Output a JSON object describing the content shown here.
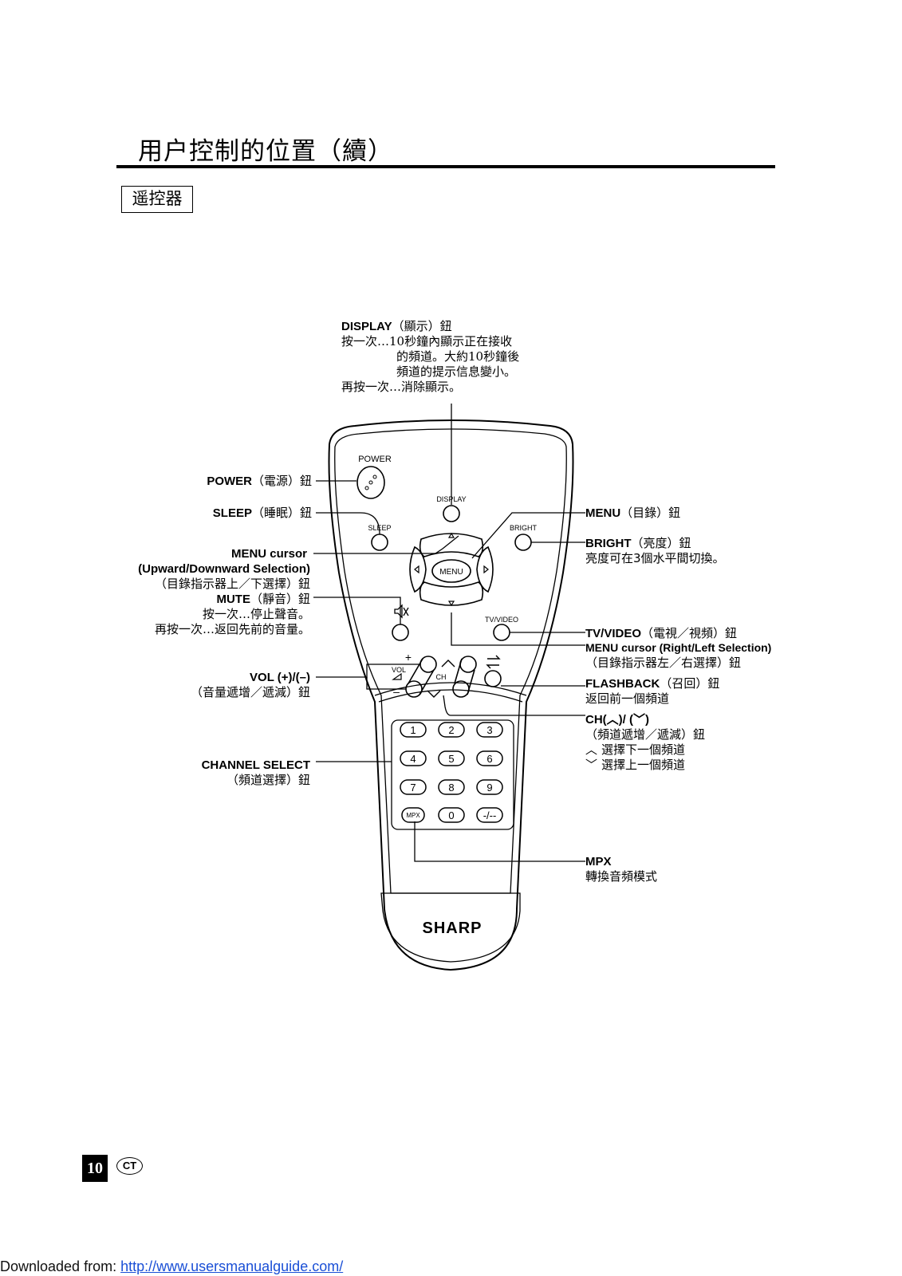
{
  "page": {
    "title": "用户控制的位置（續）",
    "section_label": "遥控器",
    "page_number": "10",
    "lang_badge": "CT",
    "footer_prefix": "Downloaded from: ",
    "footer_link": "http://www.usersmanualguide.com/"
  },
  "remote": {
    "brand": "SHARP",
    "btn_power": "POWER",
    "btn_display": "DISPLAY",
    "btn_sleep": "SLEEP",
    "btn_bright": "BRIGHT",
    "btn_menu": "MENU",
    "btn_tvvideo": "TV/VIDEO",
    "vol": "VOL",
    "ch": "CH",
    "plus": "+",
    "minus": "–",
    "keys": [
      "1",
      "2",
      "3",
      "4",
      "5",
      "6",
      "7",
      "8",
      "9",
      "0",
      "-/--"
    ],
    "btn_mpx": "MPX"
  },
  "labels": {
    "display": {
      "name": "DISPLAY",
      "suffix": "（顯示）鈕",
      "desc": [
        "按一次…10秒鐘內顯示正在接收",
        "的頻道。大約10秒鐘後",
        "頻道的提示信息變小。",
        "再按一次…消除顯示。"
      ]
    },
    "power": {
      "name": "POWER",
      "suffix": "（電源）鈕"
    },
    "sleep": {
      "name": "SLEEP",
      "suffix": "（睡眠）鈕"
    },
    "menu_cursor_ud": {
      "line1": "MENU cursor",
      "line2": "(Upward/Downward Selection)",
      "line3": "（目錄指示器上／下選擇）鈕"
    },
    "mute": {
      "name": "MUTE",
      "suffix": "（靜音）鈕",
      "desc": [
        "按一次…停止聲音。",
        "再按一次…返回先前的音量。"
      ]
    },
    "vol": {
      "name": "VOL (+)/(–)",
      "line2": "（音量遞增／遞減）鈕"
    },
    "channel_select": {
      "name": "CHANNEL SELECT",
      "line2": "（頻道選擇）鈕"
    },
    "menu": {
      "name": "MENU",
      "suffix": "（目錄）鈕"
    },
    "bright": {
      "name": "BRIGHT",
      "suffix": "（亮度）鈕",
      "desc": "亮度可在3個水平間切換。"
    },
    "tvvideo": {
      "name": "TV/VIDEO",
      "suffix": "（電視／視頻）鈕"
    },
    "menu_cursor_rl": {
      "line1": "MENU cursor (Right/Left Selection)",
      "line2": "（目錄指示器左／右選擇）鈕"
    },
    "flashback": {
      "name": "FLASHBACK",
      "suffix": "（召回）鈕",
      "desc": "返回前一個頻道"
    },
    "ch": {
      "name": "CH(︿)/ (﹀)",
      "line2": "（頻道遞增／遞減）鈕",
      "up_desc": "選擇下一個頻道",
      "down_desc": "選擇上一個頻道"
    },
    "mpx": {
      "name": "MPX",
      "desc": "轉換音頻模式"
    }
  }
}
